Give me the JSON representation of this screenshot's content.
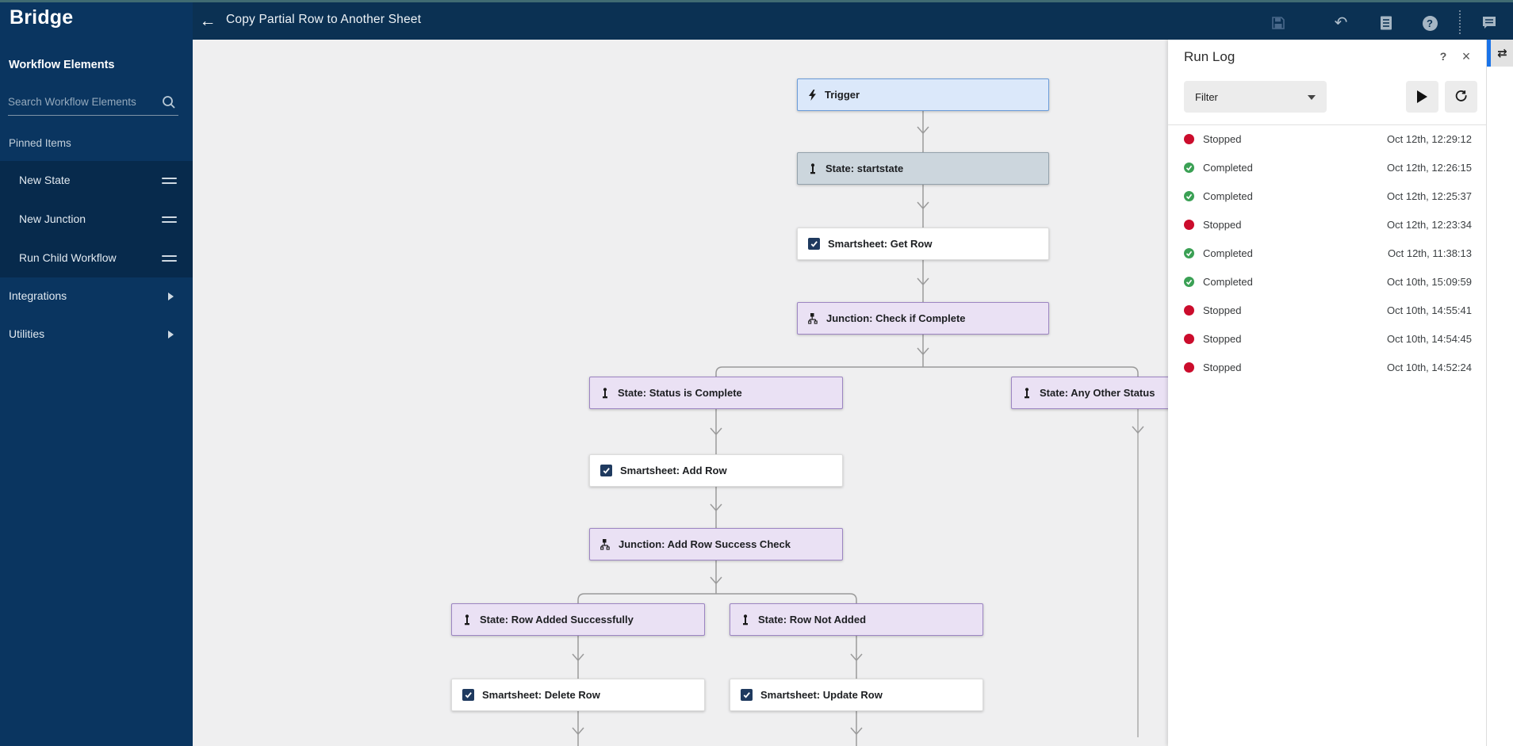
{
  "colors": {
    "top_strip": "#406b72",
    "topbar_bg": "#0b3153",
    "sidebar_bg": "#0a3560",
    "pinned_band_bg": "#072a4c",
    "canvas_bg": "#efeff0",
    "trigger_fill": "#dbe8fa",
    "trigger_border": "#6a9bd8",
    "state_gray_fill": "#ccd6dd",
    "purple_fill": "#eae1f4",
    "purple_border": "#9c85c2",
    "stopped_red": "#cb0c2c",
    "completed_green": "#3aa054",
    "active_tab_blue": "#1a73e8"
  },
  "logo": "Bridge",
  "topbar": {
    "title": "Copy Partial Row to Another Sheet",
    "back_glyph": "←",
    "undo_glyph": "↶",
    "help_glyph": "?"
  },
  "sidebar": {
    "section_title": "Workflow Elements",
    "search_placeholder": "Search Workflow Elements",
    "pinned_title": "Pinned Items",
    "pinned_items": [
      {
        "label": "New State"
      },
      {
        "label": "New Junction"
      },
      {
        "label": "Run Child Workflow"
      }
    ],
    "categories": [
      {
        "label": "Integrations"
      },
      {
        "label": "Utilities"
      }
    ]
  },
  "canvas": {
    "nodes": [
      {
        "label": "Trigger",
        "type": "trigger"
      },
      {
        "label": "State: startstate",
        "type": "state"
      },
      {
        "label": "Smartsheet: Get Row",
        "type": "action"
      },
      {
        "label": "Junction: Check if Complete",
        "type": "junction"
      },
      {
        "label": "State: Status is Complete",
        "type": "state"
      },
      {
        "label": "State: Any Other Status",
        "type": "state"
      },
      {
        "label": "Smartsheet: Add Row",
        "type": "action"
      },
      {
        "label": "Junction: Add Row Success Check",
        "type": "junction"
      },
      {
        "label": "State: Row Added Successfully",
        "type": "state"
      },
      {
        "label": "State: Row Not Added",
        "type": "state"
      },
      {
        "label": "Smartsheet: Delete Row",
        "type": "action"
      },
      {
        "label": "Smartsheet: Update Row",
        "type": "action"
      }
    ]
  },
  "runlog": {
    "title": "Run Log",
    "help_glyph": "?",
    "close_glyph": "×",
    "filter_label": "Filter",
    "entries": [
      {
        "kind": "stopped",
        "label": "Stopped",
        "time": "Oct 12th, 12:29:12"
      },
      {
        "kind": "completed",
        "label": "Completed",
        "time": "Oct 12th, 12:26:15"
      },
      {
        "kind": "completed",
        "label": "Completed",
        "time": "Oct 12th, 12:25:37"
      },
      {
        "kind": "stopped",
        "label": "Stopped",
        "time": "Oct 12th, 12:23:34"
      },
      {
        "kind": "completed",
        "label": "Completed",
        "time": "Oct 12th, 11:38:13"
      },
      {
        "kind": "completed",
        "label": "Completed",
        "time": "Oct 10th, 15:09:59"
      },
      {
        "kind": "stopped",
        "label": "Stopped",
        "time": "Oct 10th, 14:55:41"
      },
      {
        "kind": "stopped",
        "label": "Stopped",
        "time": "Oct 10th, 14:54:45"
      },
      {
        "kind": "stopped",
        "label": "Stopped",
        "time": "Oct 10th, 14:52:24"
      }
    ]
  },
  "right_strip": {
    "swap_glyph": "⇄"
  }
}
